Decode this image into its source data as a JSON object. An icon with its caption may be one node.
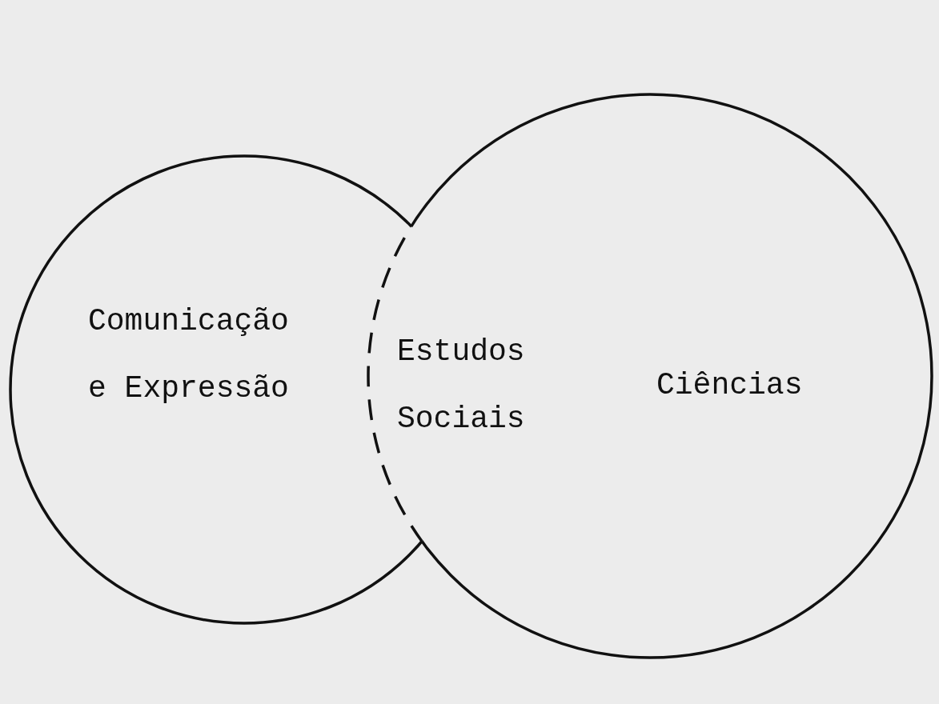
{
  "diagram": {
    "nodes": [
      {
        "text": [
          "Comunicação e Expressão"
        ]
      },
      {
        "text": [
          "Ciências"
        ]
      },
      {
        "text": [
          "Estudos Sociais"
        ],
        "in": 1
      }
    ],
    "edges": []
  }
}
